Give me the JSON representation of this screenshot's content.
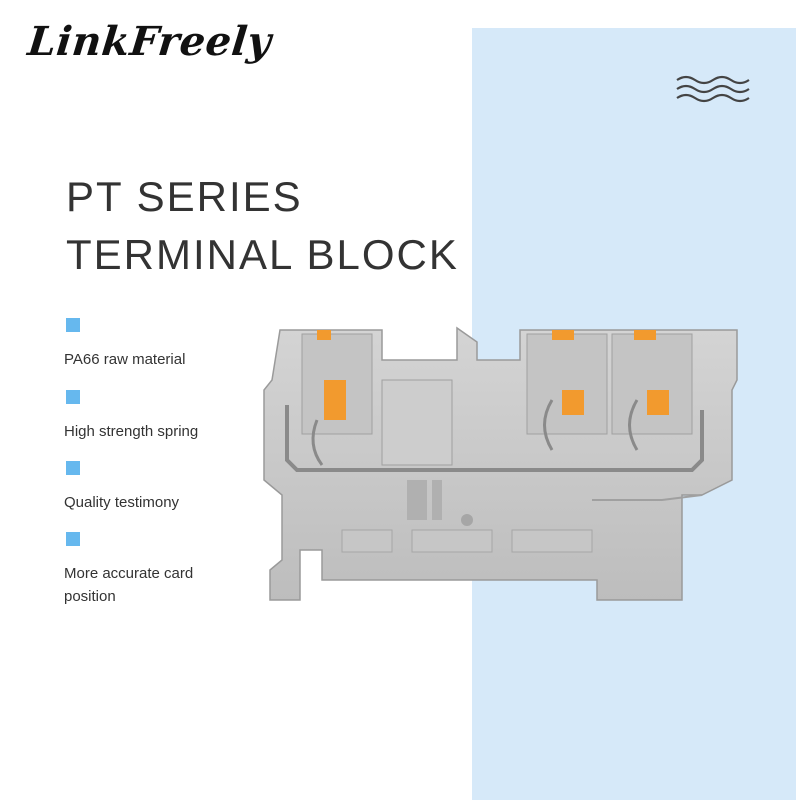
{
  "brand": {
    "logo_text": "LinkFreely"
  },
  "title": {
    "line1": "PT SERIES",
    "line2": "TERMINAL BLOCK"
  },
  "features": [
    {
      "label": "PA66 raw material"
    },
    {
      "label": "High strength spring"
    },
    {
      "label": "Quality testimony"
    },
    {
      "label": "More accurate card\nposition"
    }
  ],
  "icons": {
    "waves": "waves-icon",
    "bullet": "square-bullet-icon"
  },
  "colors": {
    "panel": "#d6e9f9",
    "bullet": "#66b8ee",
    "product_body": "#c9c9c9",
    "spring_orange": "#f29a2e"
  }
}
